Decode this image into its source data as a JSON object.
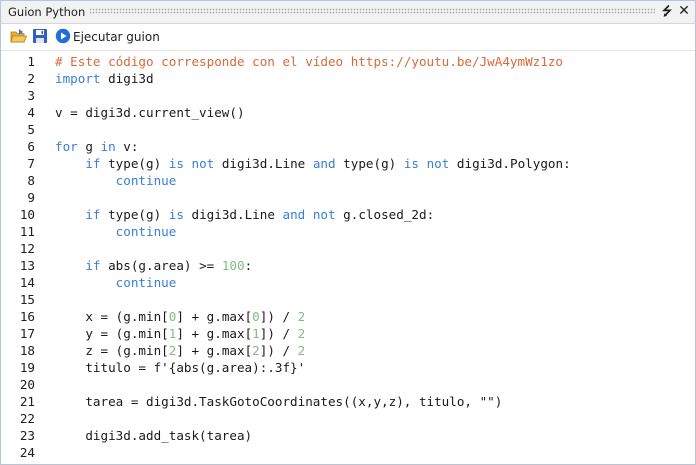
{
  "window": {
    "title": "Guion Python",
    "pin_glyph": "⭍",
    "close_glyph": "✕"
  },
  "toolbar": {
    "run_label": "Ejecutar guion",
    "icons": [
      "open-folder-icon",
      "save-icon",
      "run-icon"
    ]
  },
  "colors": {
    "keyword": "#3a7fd4",
    "comment": "#d96a3b",
    "number": "#7fbf7f",
    "text": "#1a1a1a"
  },
  "editor": {
    "lines": [
      {
        "n": "1",
        "tokens": [
          [
            "cm",
            "# Este código corresponde con el vídeo https://youtu.be/JwA4ymWz1zo"
          ]
        ]
      },
      {
        "n": "2",
        "tokens": [
          [
            "kw",
            "import"
          ],
          [
            "t",
            " digi3d"
          ]
        ]
      },
      {
        "n": "3",
        "tokens": []
      },
      {
        "n": "4",
        "tokens": [
          [
            "t",
            "v = digi3d.current_view()"
          ]
        ]
      },
      {
        "n": "5",
        "tokens": []
      },
      {
        "n": "6",
        "tokens": [
          [
            "kw",
            "for"
          ],
          [
            "t",
            " g "
          ],
          [
            "kw",
            "in"
          ],
          [
            "t",
            " v:"
          ]
        ]
      },
      {
        "n": "7",
        "tokens": [
          [
            "t",
            "    "
          ],
          [
            "kw",
            "if"
          ],
          [
            "t",
            " type(g) "
          ],
          [
            "kw",
            "is not"
          ],
          [
            "t",
            " digi3d.Line "
          ],
          [
            "kw",
            "and"
          ],
          [
            "t",
            " type(g) "
          ],
          [
            "kw",
            "is not"
          ],
          [
            "t",
            " digi3d.Polygon:"
          ]
        ]
      },
      {
        "n": "8",
        "tokens": [
          [
            "t",
            "        "
          ],
          [
            "kw",
            "continue"
          ]
        ]
      },
      {
        "n": "9",
        "tokens": []
      },
      {
        "n": "10",
        "tokens": [
          [
            "t",
            "    "
          ],
          [
            "kw",
            "if"
          ],
          [
            "t",
            " type(g) "
          ],
          [
            "kw",
            "is"
          ],
          [
            "t",
            " digi3d.Line "
          ],
          [
            "kw",
            "and not"
          ],
          [
            "t",
            " g.closed_2d:"
          ]
        ]
      },
      {
        "n": "11",
        "tokens": [
          [
            "t",
            "        "
          ],
          [
            "kw",
            "continue"
          ]
        ]
      },
      {
        "n": "12",
        "tokens": []
      },
      {
        "n": "13",
        "tokens": [
          [
            "t",
            "    "
          ],
          [
            "kw",
            "if"
          ],
          [
            "t",
            " abs(g.area) >= "
          ],
          [
            "num",
            "100"
          ],
          [
            "t",
            ":"
          ]
        ]
      },
      {
        "n": "14",
        "tokens": [
          [
            "t",
            "        "
          ],
          [
            "kw",
            "continue"
          ]
        ]
      },
      {
        "n": "15",
        "tokens": []
      },
      {
        "n": "16",
        "tokens": [
          [
            "t",
            "    x = (g.min["
          ],
          [
            "num",
            "0"
          ],
          [
            "t",
            "] + g.max["
          ],
          [
            "num",
            "0"
          ],
          [
            "t",
            "]) / "
          ],
          [
            "num",
            "2"
          ]
        ]
      },
      {
        "n": "17",
        "tokens": [
          [
            "t",
            "    y = (g.min["
          ],
          [
            "num",
            "1"
          ],
          [
            "t",
            "] + g.max["
          ],
          [
            "num",
            "1"
          ],
          [
            "t",
            "]) / "
          ],
          [
            "num",
            "2"
          ]
        ]
      },
      {
        "n": "18",
        "tokens": [
          [
            "t",
            "    z = (g.min["
          ],
          [
            "num",
            "2"
          ],
          [
            "t",
            "] + g.max["
          ],
          [
            "num",
            "2"
          ],
          [
            "t",
            "]) / "
          ],
          [
            "num",
            "2"
          ]
        ]
      },
      {
        "n": "19",
        "tokens": [
          [
            "t",
            "    titulo = f'{abs(g.area):.3f}'"
          ]
        ]
      },
      {
        "n": "20",
        "tokens": []
      },
      {
        "n": "21",
        "tokens": [
          [
            "t",
            "    tarea = digi3d.TaskGotoCoordinates((x,y,z), titulo, \"\")"
          ]
        ]
      },
      {
        "n": "22",
        "tokens": []
      },
      {
        "n": "23",
        "tokens": [
          [
            "t",
            "    digi3d.add_task(tarea)"
          ]
        ]
      },
      {
        "n": "24",
        "tokens": []
      }
    ]
  }
}
